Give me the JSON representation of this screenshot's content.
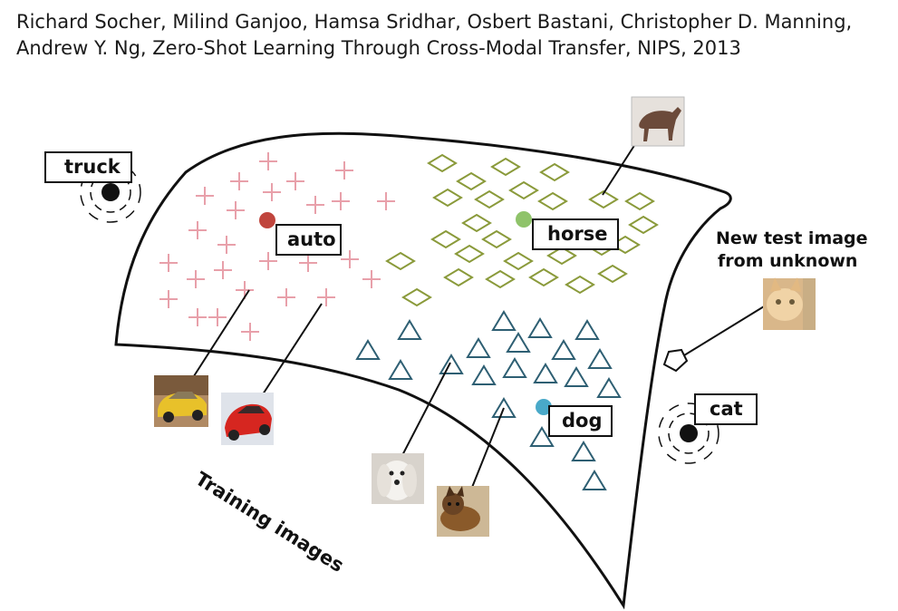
{
  "citation": "Richard Socher, Milind Ganjoo, Hamsa Sridhar, Osbert Bastani, Christopher D. Manning, Andrew Y. Ng, Zero-Shot Learning Through Cross-Modal Transfer, NIPS, 2013",
  "labels": {
    "truck": "truck",
    "auto": "auto",
    "horse": "horse",
    "dog": "dog",
    "cat": "cat"
  },
  "new_test_line1": "New test image",
  "new_test_line2": "from unknown",
  "training_images": "Training images",
  "colors": {
    "auto_marker": "#e8a0aa",
    "auto_point": "#c0453d",
    "horse_marker": "#8a9a3a",
    "horse_point": "#8fc36a",
    "dog_marker": "#2e5f73",
    "dog_point": "#49a9c9"
  }
}
